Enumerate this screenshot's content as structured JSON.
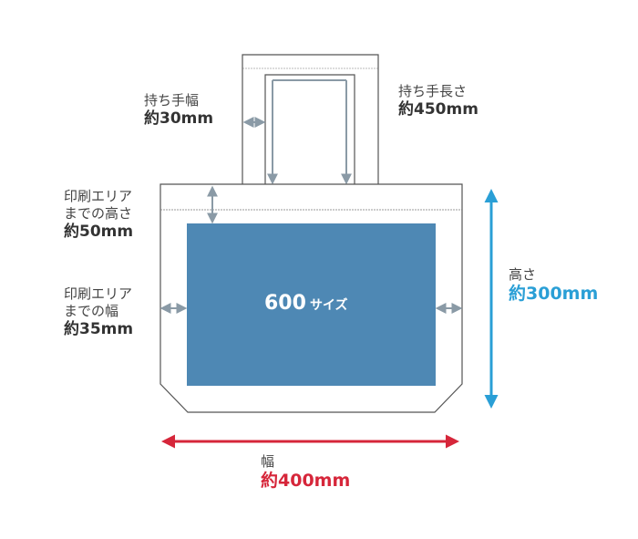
{
  "colors": {
    "print_area": "#4e88b4",
    "outline": "#555555",
    "gray_arrow": "#8a9aa6",
    "height_arrow": "#2a9fd6",
    "width_arrow": "#d6263a"
  },
  "labels": {
    "handle_width": {
      "title": "持ち手幅",
      "value": "約30mm"
    },
    "handle_length": {
      "title": "持ち手長さ",
      "value": "約450mm"
    },
    "top_margin": {
      "line1": "印刷エリア",
      "line2": "までの高さ",
      "value": "約50mm"
    },
    "side_margin": {
      "line1": "印刷エリア",
      "line2": "までの幅",
      "value": "約35mm"
    },
    "height": {
      "title": "高さ",
      "value": "約300mm"
    },
    "width": {
      "title": "幅",
      "value": "約400mm"
    },
    "print_size": {
      "number": "600",
      "suffix": "サイズ"
    }
  }
}
